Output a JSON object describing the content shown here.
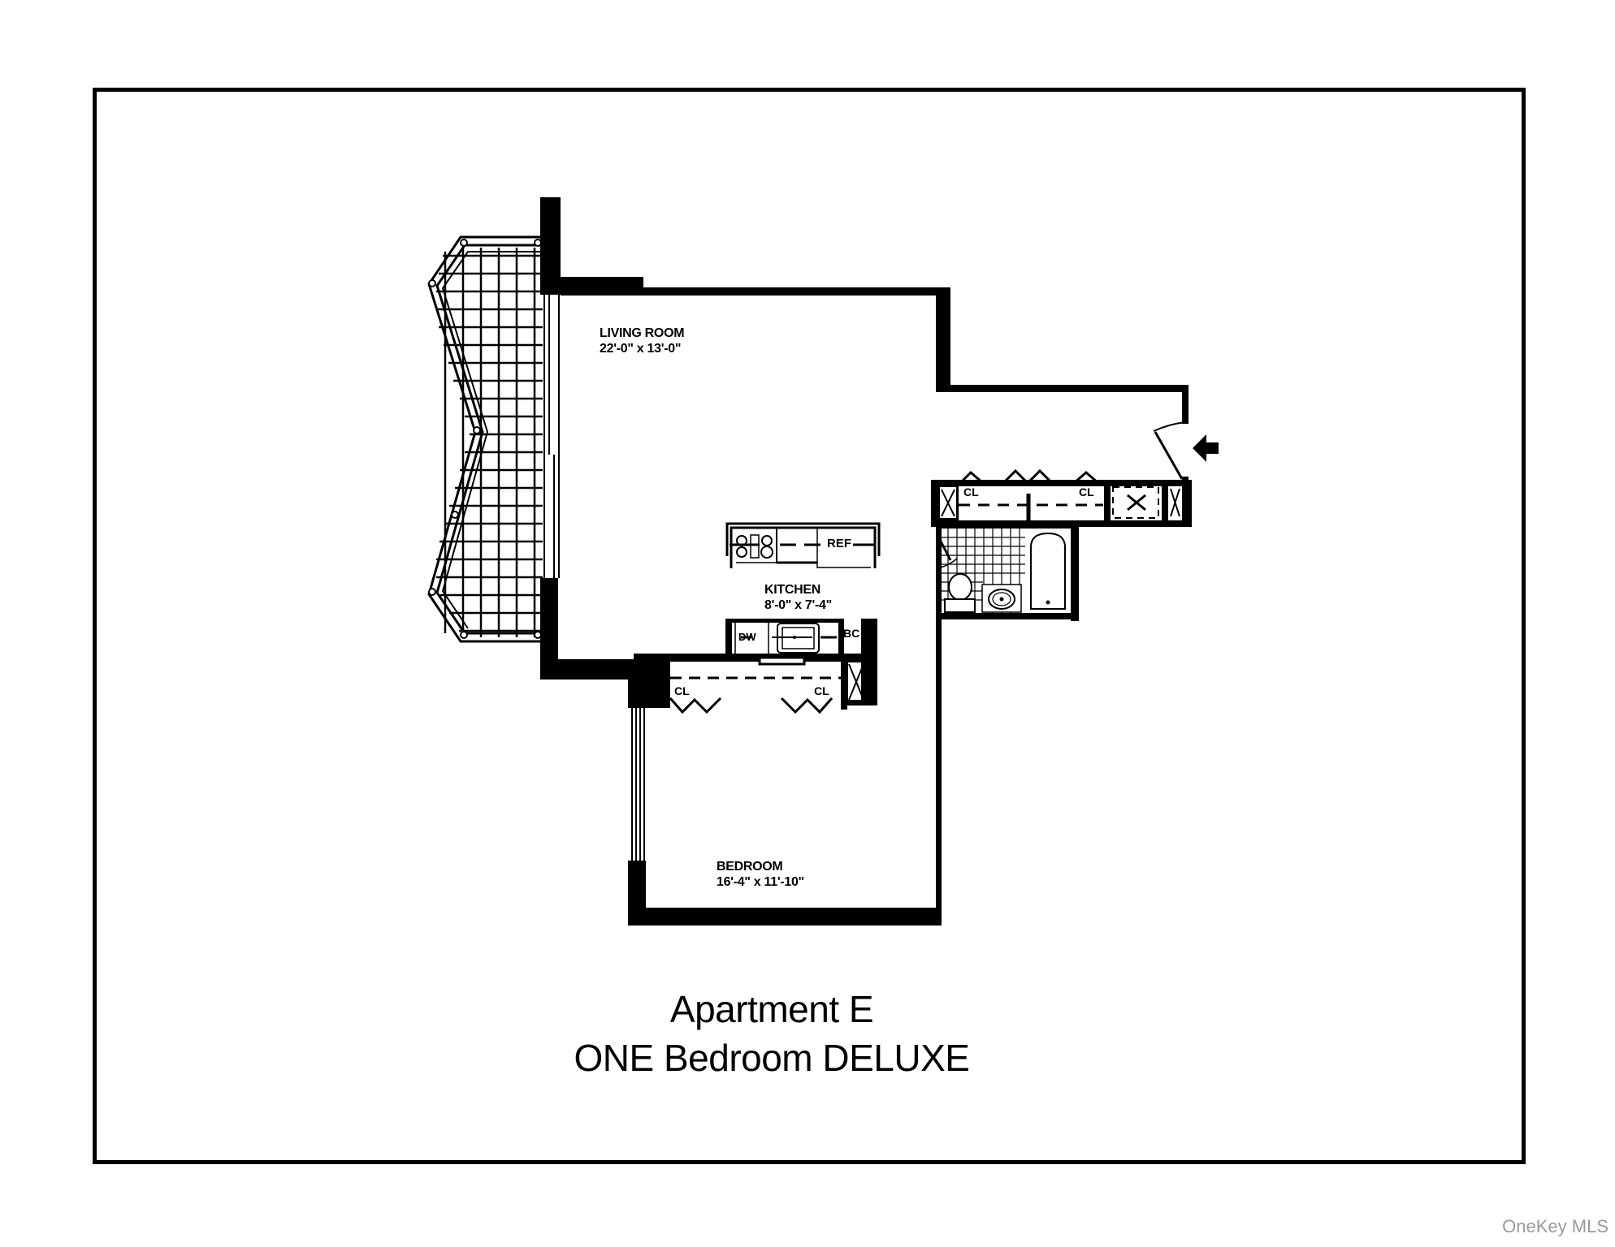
{
  "floorplan": {
    "title": "Apartment E",
    "subtitle": "ONE Bedroom DELUXE",
    "rooms": [
      {
        "name": "LIVING ROOM",
        "dimensions": "22'-0\" x 13'-0\""
      },
      {
        "name": "KITCHEN",
        "dimensions": "8'-0\" x 7'-4\""
      },
      {
        "name": "BEDROOM",
        "dimensions": "16'-4\" x 11'-10\""
      }
    ],
    "fixture_labels": {
      "refrigerator": "REF",
      "dishwasher": "DW",
      "broom_closet": "BC",
      "closet": "CL"
    },
    "entry_marker": "entry-arrow",
    "colors": {
      "wall": "#000000",
      "background": "#ffffff",
      "watermark": "#9a9a9a"
    }
  },
  "watermark": "OneKey MLS"
}
